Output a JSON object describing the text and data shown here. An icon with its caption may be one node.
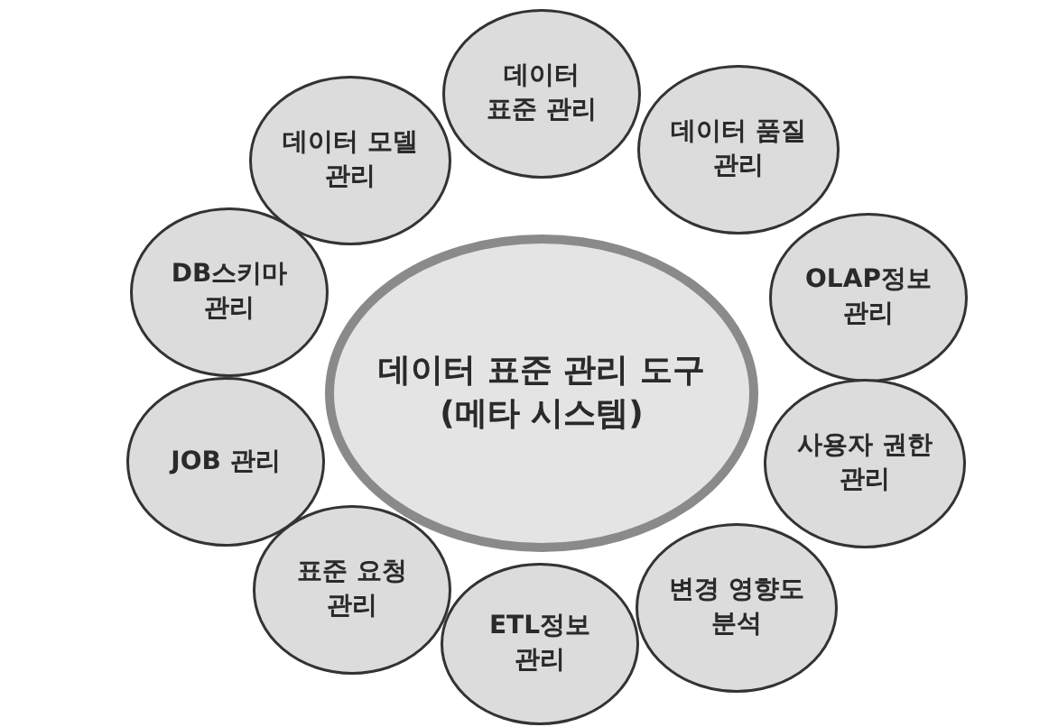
{
  "diagram": {
    "nodes": [
      {
        "text": [
          "데이터 표준 관리 도구 (메타 시스템)"
        ]
      },
      {
        "text": [
          "데이터 표준 관리"
        ]
      },
      {
        "text": [
          "데이터 품질 관리"
        ]
      },
      {
        "text": [
          "OLAP정보 관리"
        ]
      },
      {
        "text": [
          "사용자 권한 관리"
        ]
      },
      {
        "text": [
          "변경 영향도 분석"
        ]
      },
      {
        "text": [
          "ETL정보 관리"
        ]
      },
      {
        "text": [
          "표준 요청 관리"
        ]
      },
      {
        "text": [
          "JOB 관리"
        ]
      },
      {
        "text": [
          "DB스키마 관리"
        ]
      },
      {
        "text": [
          "데이터 모델 관리"
        ]
      }
    ]
  }
}
